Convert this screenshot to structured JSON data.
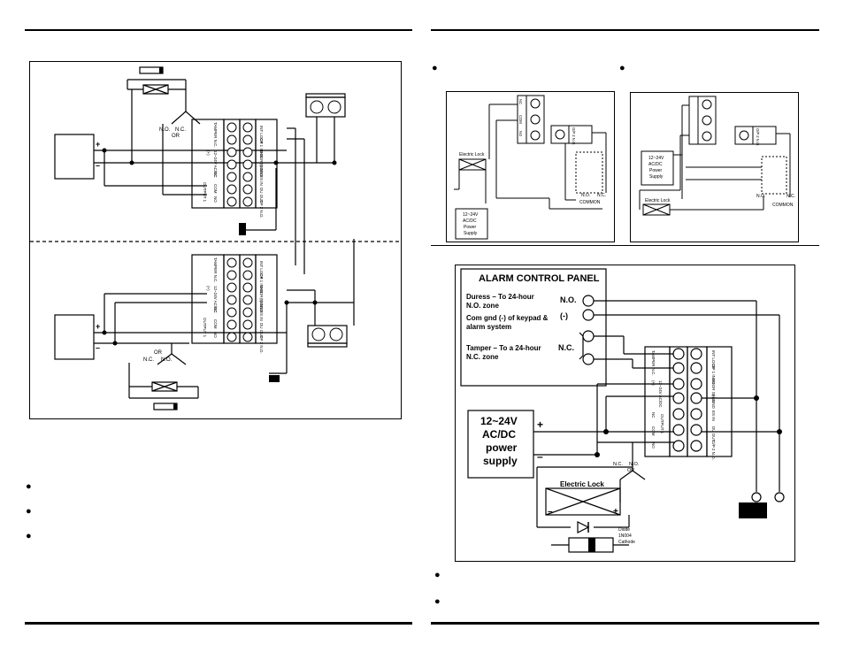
{
  "main_diagram": {
    "tb_labels_top": [
      "INT LOCK",
      "OP 1 INHB",
      "DOOR SENS",
      "(-) GND",
      "ES IN",
      "DU OUT",
      "OP 2 N.O."
    ],
    "tb_labels_left": [
      "TAMPER N.C.",
      "12~24V AC/DC",
      "(+)",
      "NC",
      "COM",
      "NO",
      "OUTPUT 1"
    ],
    "plus": "+",
    "minus": "–",
    "no": "N.O.",
    "nc": "N.C.",
    "or": "OR"
  },
  "relay_diagram_a": {
    "electric_lock": "Electric Lock",
    "ps_line1": "12~24V",
    "ps_line2": "AC/DC",
    "ps_line3": "Power",
    "ps_line4": "Supply",
    "nc": "NC",
    "com": "COM",
    "no": "NO",
    "op2_no": "O/P 2 N.O.",
    "relay_no": "N.O.",
    "relay_nc": "N.C.",
    "common": "COMMON"
  },
  "relay_diagram_b": {
    "electric_lock": "Electric Lock",
    "ps_line1": "12~24V",
    "ps_line2": "AC/DC",
    "ps_line3": "Power",
    "ps_line4": "Supply",
    "op2_no": "O/P 2 N.O.",
    "relay_no": "N.O.",
    "relay_nc": "N.C.",
    "common": "COMMON"
  },
  "alarm_diagram": {
    "title": "ALARM CONTROL PANEL",
    "duress_line1": "Duress – To 24-hour",
    "duress_line2": "N.O. zone",
    "duress_tag": "N.O.",
    "comgnd_line1": "Com gnd (-) of keypad &",
    "comgnd_line2": "alarm system",
    "comgnd_tag": "(-)",
    "tamper_line1": "Tamper – To a 24-hour",
    "tamper_line2": "N.C. zone",
    "tamper_tag": "N.C.",
    "ps_line1": "12~24V",
    "ps_line2": "AC/DC",
    "ps_line3": "power",
    "ps_line4": "supply",
    "plus": "+",
    "minus": "–",
    "electric_lock": "Electric Lock",
    "lock_minus": "–",
    "lock_plus": "+",
    "diode_line1": "Diode",
    "diode_line2": "1N004",
    "diode_line3": "Cathode",
    "tb_left": [
      "TAMPER N.C.",
      "(+)",
      "12~24V AC/DC",
      "NC",
      "COM",
      "NO",
      "OUTPUT 1"
    ],
    "tb_right": [
      "INT LOCK",
      "OP 1 INHB",
      "DOOR SENS",
      "(-) GND",
      "ES IN",
      "DU OUT",
      "O/P 2 N.O."
    ],
    "nc": "N.C.",
    "no": "N.O.",
    "or": "OR"
  },
  "bullet_glyph": "●"
}
